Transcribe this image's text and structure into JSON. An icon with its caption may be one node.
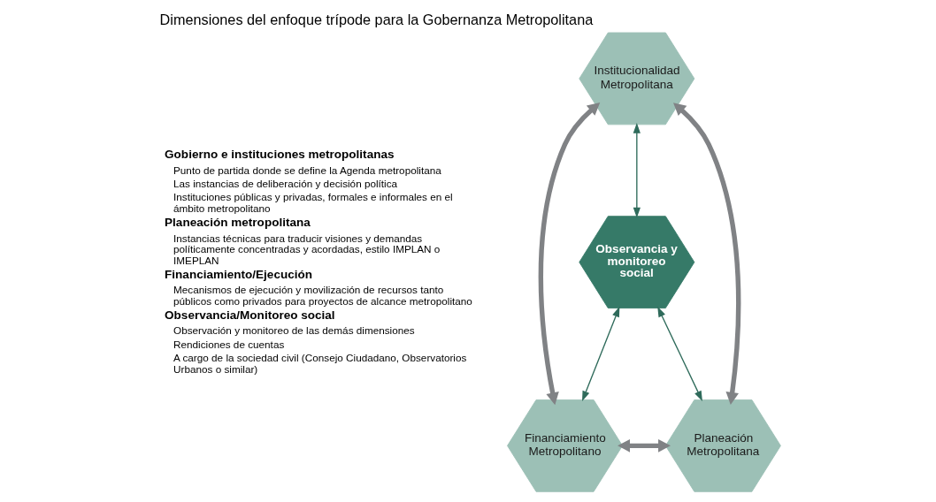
{
  "diagram": {
    "title": "Dimensiones del enfoque trípode para la Gobernanza Metropolitana",
    "nodes": [
      {
        "text": [
          "Institucionalidad Metropolitana"
        ]
      },
      {
        "text": [
          "Observancia y monitoreo social"
        ]
      },
      {
        "text": [
          "Financiamiento Metropolitano"
        ]
      },
      {
        "text": [
          "Planeación Metropolitana"
        ]
      }
    ],
    "edges": [
      {
        "from": 0,
        "to": 2,
        "arrow": "both",
        "color": "#808285",
        "style": "thick"
      },
      {
        "from": 0,
        "to": 3,
        "arrow": "both",
        "color": "#808285",
        "style": "thick"
      },
      {
        "from": 2,
        "to": 3,
        "arrow": "both",
        "color": "#808285",
        "style": "thick"
      },
      {
        "from": 0,
        "to": 1,
        "arrow": "both"
      },
      {
        "from": 1,
        "to": 2,
        "arrow": "both"
      },
      {
        "from": 1,
        "to": 3,
        "arrow": "both"
      }
    ],
    "labels": [
      "Gobierno e instituciones metropolitanas",
      "Punto de partida donde se define la Agenda metropolitana",
      "Las instancias de deliberación y decisión política",
      "Instituciones públicas y privadas, formales e informales en el ámbito metropolitano",
      "Planeación metropolitana",
      "Instancias técnicas para traducir visiones y demandas políticamente concentradas y acordadas, estilo IMPLAN o IMEPLAN",
      "Financiamiento/Ejecución",
      "Mecanismos de ejecución y movilización de recursos tanto públicos como privados para proyectos de alcance metropolitano",
      "Observancia/Monitoreo social",
      "Observación y monitoreo de las demás dimensiones",
      "Rendiciones de cuentas",
      "A cargo de la sociedad civil (Consejo Ciudadano, Observatorios Urbanos o similar)"
    ]
  }
}
